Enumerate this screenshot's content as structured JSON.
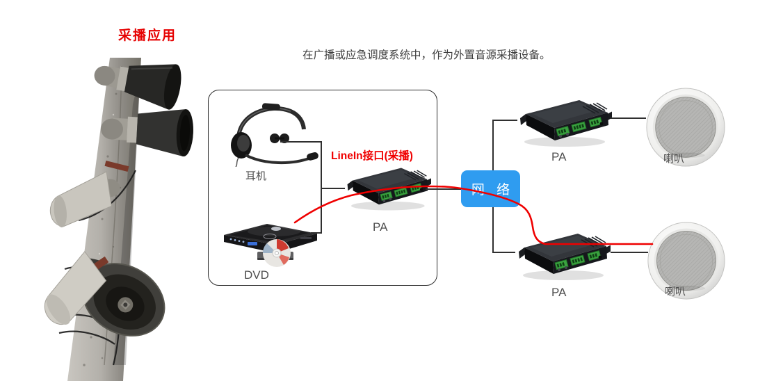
{
  "page": {
    "title": "采播应用",
    "title_color": "#e60202",
    "description": "在广播或应急调度系统中，作为外置音源采播设备。",
    "background": "#ffffff"
  },
  "diagram": {
    "source_box": {
      "headset_label": "耳机",
      "dvd_label": "DVD",
      "pa_label": "PA",
      "linein_label": "LineIn接口(采播)",
      "linein_color": "#f00000"
    },
    "network": {
      "label": "网 络",
      "bg_color": "#2f9cf0",
      "text_color": "#ffffff"
    },
    "top_branch": {
      "pa_label": "PA",
      "speaker_label": "喇叭"
    },
    "bottom_branch": {
      "pa_label": "PA",
      "speaker_label": "喇叭"
    },
    "colors": {
      "connector_line": "#2f2f2f",
      "audio_cable": "#ef0000",
      "label_text": "#4f4f4f"
    }
  }
}
